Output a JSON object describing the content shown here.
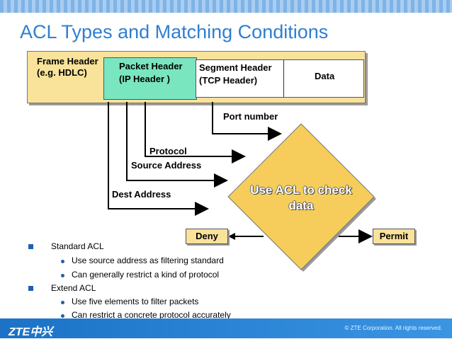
{
  "slide": {
    "title": "ACL Types and Matching Conditions"
  },
  "diagram": {
    "frame_header_line1": "Frame Header",
    "frame_header_line2": "(e.g. HDLC)",
    "packet_header_line1": "Packet Header",
    "packet_header_line2": "(IP Header )",
    "segment_header_line1": "Segment Header",
    "segment_header_line2": "(TCP Header)",
    "data": "Data",
    "port_number": "Port number",
    "protocol": "Protocol",
    "source_address": "Source Address",
    "dest_address": "Dest Address",
    "acl_line1": "Use ACL to check",
    "acl_line2": "data",
    "deny": "Deny",
    "permit": "Permit"
  },
  "bullets": [
    {
      "text": "Standard ACL",
      "sub": [
        "Use source address as filtering standard",
        "Can generally restrict a kind of protocol"
      ]
    },
    {
      "text": "Extend ACL",
      "sub": [
        "Use five elements to filter packets",
        "Can restrict a concrete protocol accurately"
      ]
    }
  ],
  "footer": {
    "logo": "ZTE中兴",
    "copyright": "© ZTE Corporation. All rights reserved."
  },
  "colors": {
    "title": "#2f7fd1",
    "frame": "#f9e29a",
    "packet": "#79e6c0",
    "accent": "#1f5fb0"
  }
}
